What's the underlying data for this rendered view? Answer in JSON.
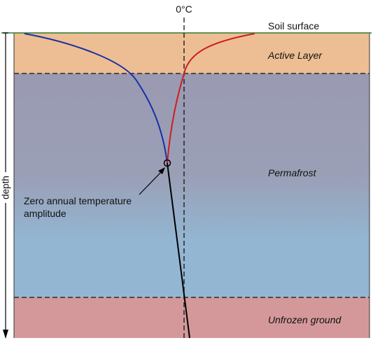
{
  "diagram": {
    "temperature_axis_label": "0°C",
    "surface_label": "Soil surface",
    "depth_label": "depth",
    "layers": [
      {
        "name": "active-layer",
        "label": "Active Layer",
        "color": "#EDBE93"
      },
      {
        "name": "permafrost",
        "label": "Permafrost",
        "color": "#93B6D2"
      },
      {
        "name": "unfrozen-ground",
        "label": "Unfrozen ground",
        "color": "#D5989A"
      }
    ],
    "permafrost_upper_tint": "#9A9AB2",
    "annotation": {
      "line1": "Zero annual temperature",
      "line2": "amplitude"
    },
    "curve_colors": {
      "summer": "#CC1F1F",
      "winter": "#1A2FA8",
      "mean": "#000000",
      "surface_line": "#2E7D32"
    }
  }
}
